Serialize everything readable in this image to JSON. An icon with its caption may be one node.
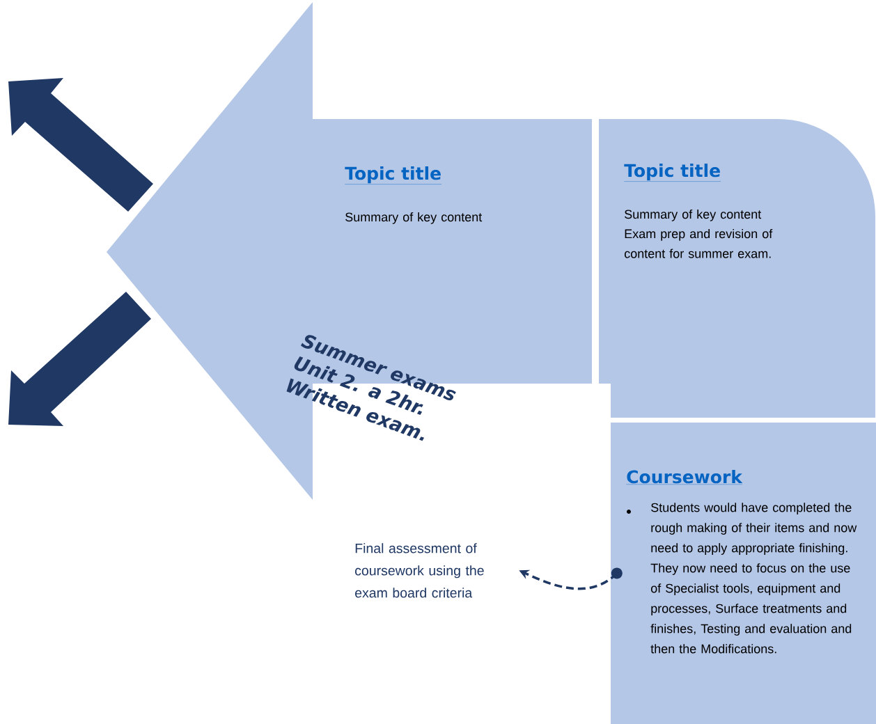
{
  "diagram": {
    "nodes": [
      {
        "text": [
          "Topic title",
          "Summary of key content"
        ]
      },
      {
        "text": [
          "Topic title",
          "Summary of key content",
          "Exam prep and revision of content for summer exam."
        ]
      },
      {
        "text": [
          "Coursework",
          "Students would have completed the rough making of their items and now need to apply appropriate finishing. They now need to focus on the use of Specialist tools, equipment and processes, Surface treatments and finishes,  Testing and evaluation and then the Modifications."
        ]
      },
      {
        "text": [
          "Final assessment of coursework using the exam board criteria"
        ]
      }
    ],
    "edges": [
      {
        "from": 2,
        "to": 3,
        "arrow": "to",
        "style": "dashed"
      }
    ],
    "labels": [
      "Summer exams Unit 2. a 2hr. Written exam."
    ]
  }
}
